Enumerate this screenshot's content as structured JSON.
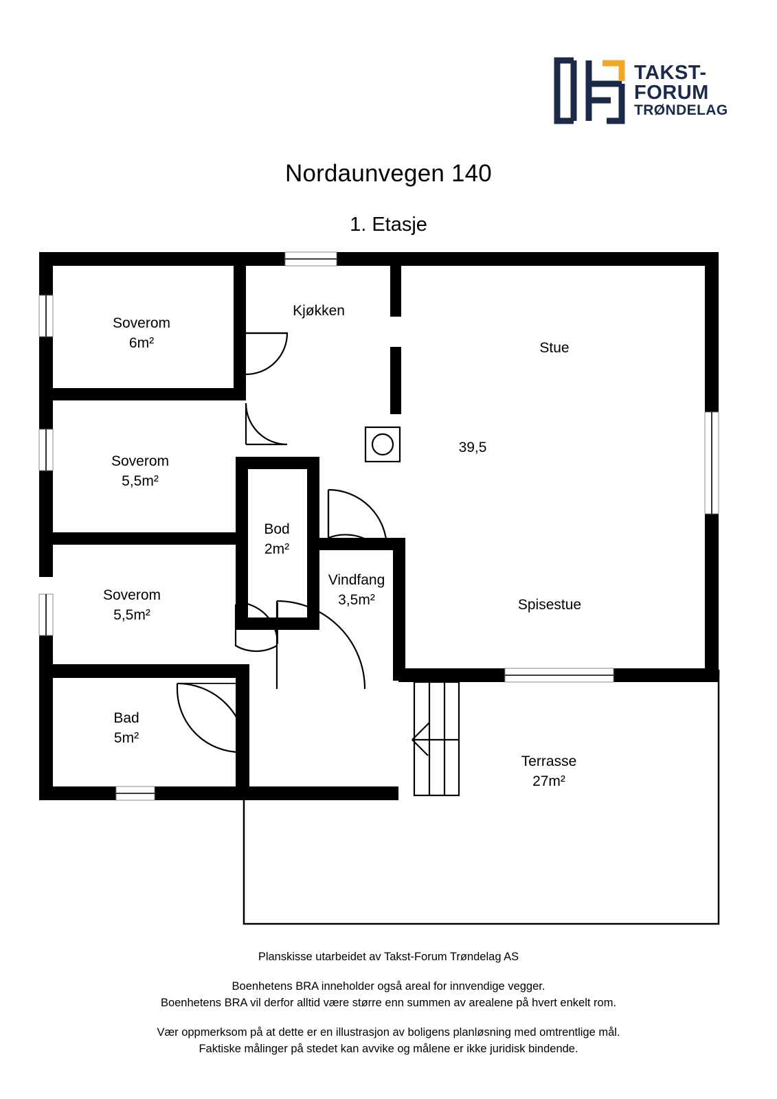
{
  "logo": {
    "name": "Takst-Forum Trøndelag",
    "line1": "TAKST-",
    "line2": "FORUM",
    "line3": "TRØNDELAG",
    "mark_color": "#1b2a4a",
    "accent_color": "#f0a829"
  },
  "header": {
    "title": "Nordaunvegen 140",
    "subtitle": "1. Etasje"
  },
  "plan": {
    "wall_color": "#000000",
    "rooms": [
      {
        "id": "soverom-1",
        "name": "Soverom",
        "area": "6m²"
      },
      {
        "id": "soverom-2",
        "name": "Soverom",
        "area": "5,5m²"
      },
      {
        "id": "soverom-3",
        "name": "Soverom",
        "area": "5,5m²"
      },
      {
        "id": "bad",
        "name": "Bad",
        "area": "5m²"
      },
      {
        "id": "kjokken",
        "name": "Kjøkken",
        "area": ""
      },
      {
        "id": "stue",
        "name": "Stue",
        "area": "39,5"
      },
      {
        "id": "spisestue",
        "name": "Spisestue",
        "area": ""
      },
      {
        "id": "bod",
        "name": "Bod",
        "area": "2m²"
      },
      {
        "id": "vindfang",
        "name": "Vindfang",
        "area": "3,5m²"
      },
      {
        "id": "terrasse",
        "name": "Terrasse",
        "area": "27m²"
      }
    ],
    "labels": {
      "soverom1_name": "Soverom",
      "soverom1_area": "6m²",
      "soverom2_name": "Soverom",
      "soverom2_area": "5,5m²",
      "soverom3_name": "Soverom",
      "soverom3_area": "5,5m²",
      "bad_name": "Bad",
      "bad_area": "5m²",
      "kjokken_name": "Kjøkken",
      "stue_name": "Stue",
      "stue_area": "39,5",
      "spisestue_name": "Spisestue",
      "bod_name": "Bod",
      "bod_area": "2m²",
      "vindfang_name": "Vindfang",
      "vindfang_area": "3,5m²",
      "terrasse_name": "Terrasse",
      "terrasse_area": "27m²"
    }
  },
  "footer": {
    "line1": "Planskisse utarbeidet av Takst-Forum Trøndelag AS",
    "line2": "Boenhetens BRA inneholder også areal for innvendige vegger.",
    "line3": "Boenhetens BRA vil derfor alltid være større enn summen av arealene på hvert enkelt rom.",
    "line4": "Vær oppmerksom på at dette er en illustrasjon av boligens planløsning med omtrentlige mål.",
    "line5": "Faktiske målinger på stedet kan avvike og målene er ikke juridisk bindende."
  }
}
